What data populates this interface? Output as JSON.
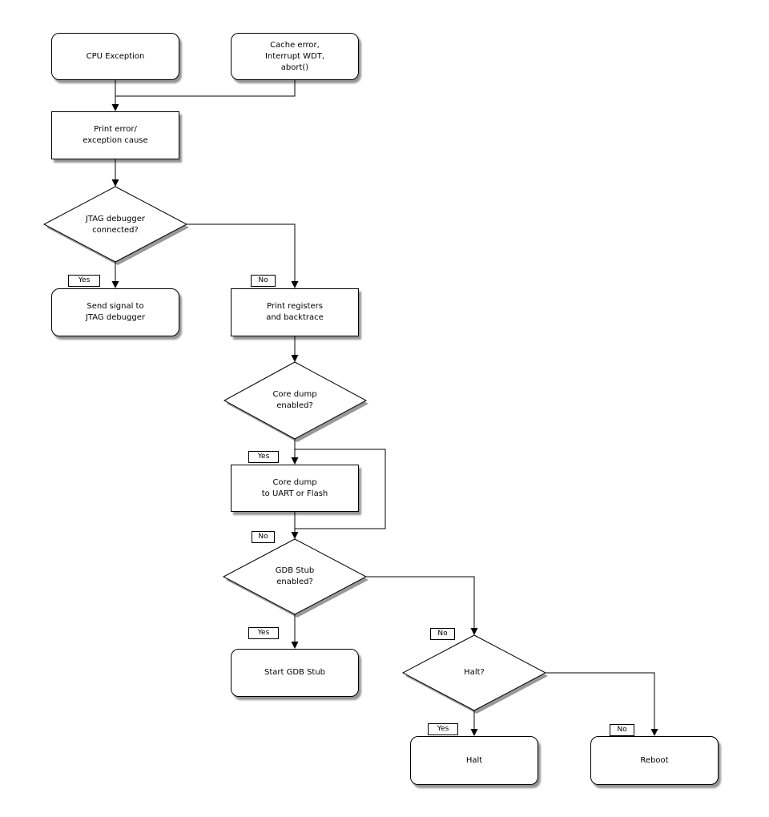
{
  "nodes": {
    "cpu_exception": "CPU Exception",
    "cache_error": "Cache error,\nInterrupt WDT,\nabort()",
    "print_error": "Print error/\nexception cause",
    "jtag_connected": "JTAG debugger\nconnected?",
    "send_signal": "Send signal to\nJTAG debugger",
    "print_registers": "Print registers\nand backtrace",
    "core_dump_enabled": "Core dump\nenabled?",
    "core_dump_uart": "Core dump\nto UART or Flash",
    "gdb_stub_enabled": "GDB Stub\nenabled?",
    "start_gdb_stub": "Start GDB Stub",
    "halt_q": "Halt?",
    "halt": "Halt",
    "reboot": "Reboot"
  },
  "edge_labels": {
    "jtag_yes": "Yes",
    "jtag_no": "No",
    "coredump_yes": "Yes",
    "coredump_no": "No",
    "gdb_yes": "Yes",
    "gdb_no": "No",
    "halt_yes": "Yes",
    "halt_no": "No"
  },
  "colors": {
    "background": "#ffffff",
    "node_fill": "#ffffff",
    "node_border": "#000000",
    "edge_line": "#000000",
    "shadow": "#999999",
    "text": "#000000"
  }
}
